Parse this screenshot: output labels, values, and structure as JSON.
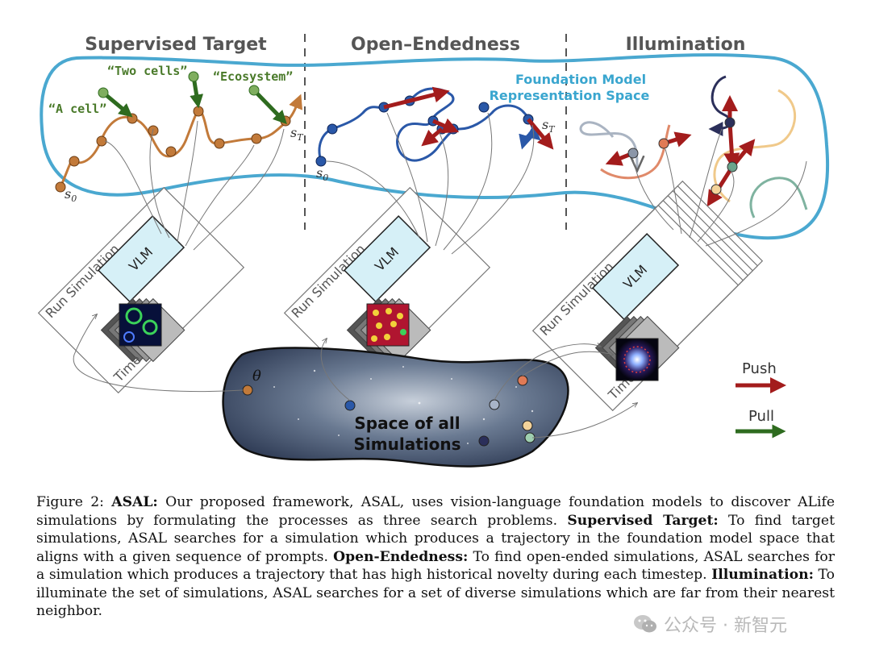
{
  "sections": {
    "supervised": "Supervised Target",
    "open_ended": "Open–Endedness",
    "illumination": "Illumination"
  },
  "prompts": {
    "a_cell": "“A cell”",
    "two_cells": "“Two cells”",
    "ecosystem": "“Ecosystem”"
  },
  "fm_space": {
    "line1": "Foundation Model",
    "line2": "Representation Space"
  },
  "labels": {
    "run_simulation": "Run Simulation",
    "time": "Time",
    "vlm": "VLM",
    "space_line1": "Space of all",
    "space_line2": "Simulations",
    "theta": "θ",
    "s": "s",
    "sub_0": "0",
    "sub_T": "T"
  },
  "legend": {
    "push": "Push",
    "pull": "Pull",
    "push_color": "#a31c1c",
    "pull_color": "#2e6b1f"
  },
  "colors": {
    "fm_outline": "#4aa8d0",
    "trajectory_supervised": "#c27a3a",
    "trajectory_open": "#2a58a8"
  },
  "caption": {
    "fig_label": "Figure 2:",
    "asal_bold": "ASAL:",
    "part1": " Our proposed framework, ASAL, uses vision-language foundation models to discover ALife simulations by formulating the processes as three search problems. ",
    "st_bold": "Supervised Target:",
    "part2": " To find target simulations, ASAL searches for a simulation which produces a trajectory in the foundation model space that aligns with a given sequence of prompts. ",
    "oe_bold": "Open-Endedness:",
    "part3": " To find open-ended simulations, ASAL searches for a simulation which produces a trajectory that has high historical novelty during each timestep. ",
    "il_bold": "Illumination:",
    "part4": " To illuminate the set of simulations, ASAL searches for a set of diverse simulations which are far from their nearest neighbor."
  },
  "watermark": {
    "text": "公众号 · 新智元",
    "icon": "wechat-icon"
  }
}
